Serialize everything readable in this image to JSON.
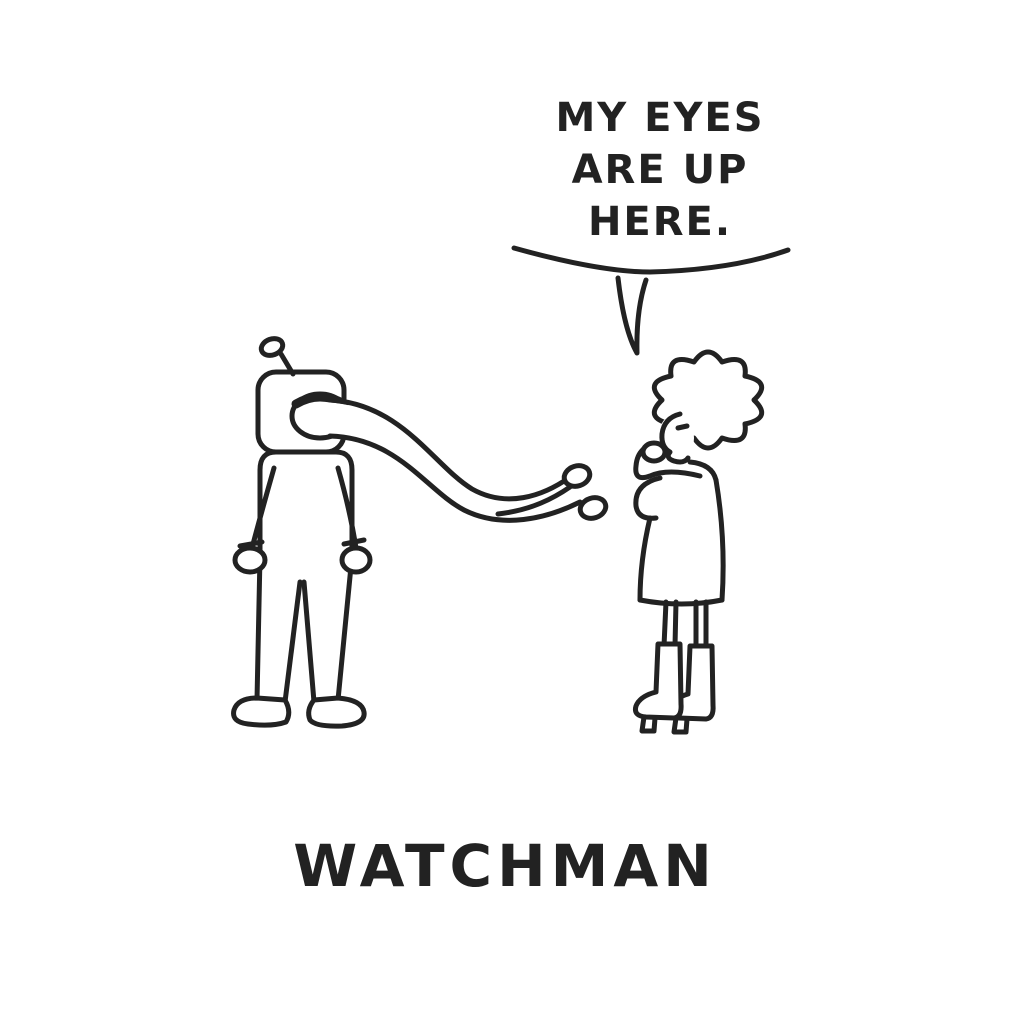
{
  "colors": {
    "ink": "#222222",
    "background": "#ffffff"
  },
  "speech_bubble": {
    "speaker": "woman",
    "lines": [
      "MY EYES",
      "ARE UP",
      "HERE."
    ]
  },
  "caption": {
    "text": "WATCHMAN"
  },
  "scene": {
    "left_figure": "robot with eyes extended on long stalks",
    "right_figure": "curly-haired woman in dress and heeled boots"
  }
}
